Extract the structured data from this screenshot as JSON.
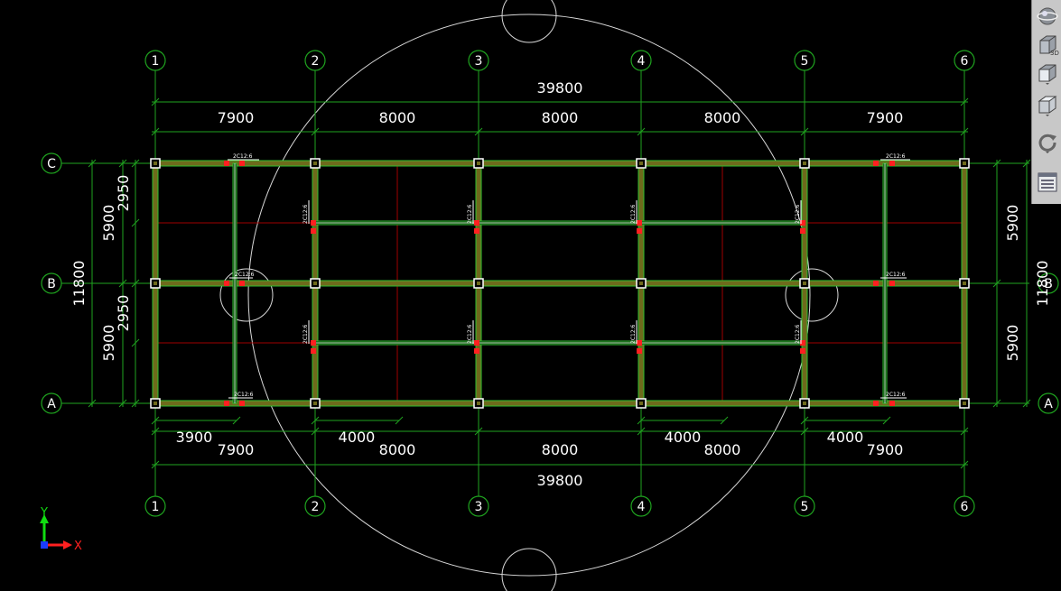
{
  "drawing": {
    "grid_x_labels": [
      "1",
      "2",
      "3",
      "4",
      "5",
      "6"
    ],
    "grid_y_labels": [
      "A",
      "B",
      "C"
    ],
    "top_total_dim": "39800",
    "top_span_dims": [
      "7900",
      "8000",
      "8000",
      "8000",
      "7900"
    ],
    "bottom_half_dims": [
      "3900",
      "4000",
      "4000",
      "4000"
    ],
    "bottom_span_dims": [
      "7900",
      "8000",
      "8000",
      "8000",
      "7900"
    ],
    "bottom_total_dim": "39800",
    "left_half_dims": [
      "2950",
      "2950"
    ],
    "left_span_dims": [
      "5900",
      "5900"
    ],
    "left_total_dim": "11800",
    "right_span_dims": [
      "5900",
      "5900"
    ],
    "right_total_dim": "11800",
    "beam_tag": "2C12:6"
  },
  "ucs": {
    "x_label": "X",
    "y_label": "Y"
  },
  "toolbar": {
    "items": [
      {
        "name": "navigate-sphere-icon"
      },
      {
        "name": "3d-view-icon",
        "label": "3D"
      },
      {
        "name": "front-view-icon"
      },
      {
        "name": "top-view-icon"
      },
      {
        "name": "rotate-icon"
      },
      {
        "name": "properties-panel-icon"
      }
    ]
  },
  "colors": {
    "background": "#000000",
    "grid_line": "#1fa31f",
    "beam_fill": "#6e6a1c",
    "beam_edge": "#2fbf2f",
    "beam_core": "#b5ffb5",
    "red_line": "#a00000",
    "rebar_mark": "#ff2020",
    "column": "#ffffff"
  }
}
